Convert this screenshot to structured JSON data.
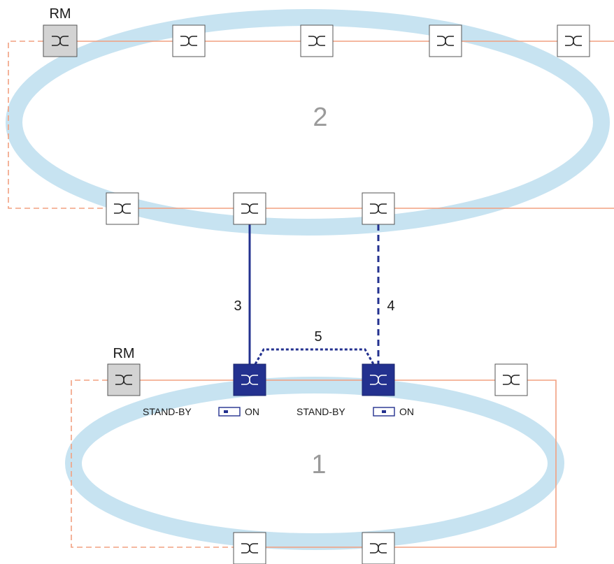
{
  "diagram": {
    "colors": {
      "ring_halo": "#c7e3f1",
      "ring_link": "#f2a080",
      "coupling_link": "#23318f",
      "switch_default": "#ffffff",
      "switch_rm": "#d3d3d3",
      "switch_coupling": "#23318f"
    },
    "rings": [
      {
        "id": "ring-2",
        "label": "2"
      },
      {
        "id": "ring-1",
        "label": "1"
      }
    ],
    "rm_labels": [
      "RM",
      "RM"
    ],
    "links": [
      {
        "id": "link-3",
        "label": "3",
        "style": "solid"
      },
      {
        "id": "link-4",
        "label": "4",
        "style": "dashed"
      },
      {
        "id": "link-5",
        "label": "5",
        "style": "dotted"
      }
    ],
    "switch_icon": "switch-cross-icon",
    "standby_indicators": [
      {
        "label": "STAND-BY",
        "state": "ON"
      },
      {
        "label": "STAND-BY",
        "state": "ON"
      }
    ]
  }
}
